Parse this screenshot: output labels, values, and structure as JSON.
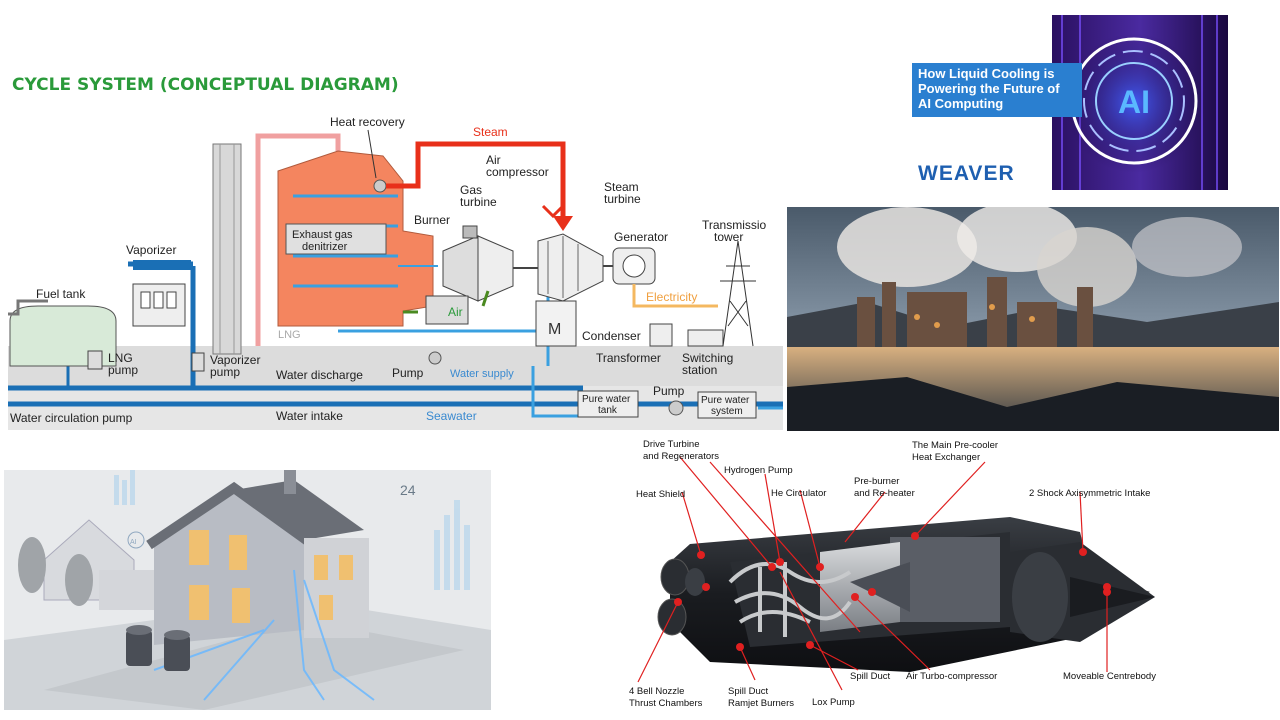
{
  "cycle": {
    "title": "CYCLE SYSTEM (CONCEPTUAL DIAGRAM)",
    "labels": {
      "heat_recovery": "Heat recovery",
      "steam": "Steam",
      "air_compressor_1": "Air",
      "air_compressor_2": "compressor",
      "gas_turbine_1": "Gas",
      "gas_turbine_2": "turbine",
      "steam_turbine_1": "Steam",
      "steam_turbine_2": "turbine",
      "burner": "Burner",
      "generator": "Generator",
      "transmission_1": "Transmissio",
      "transmission_2": "tower",
      "vaporizer": "Vaporizer",
      "fuel_tank": "Fuel tank",
      "exhaust_1": "Exhaust gas",
      "exhaust_2": "denitrizer",
      "lng": "LNG",
      "air": "Air",
      "electricity": "Electricity",
      "condenser": "Condenser",
      "transformer": "Transformer",
      "switching_1": "Switching",
      "switching_2": "station",
      "lng_pump_1": "LNG",
      "lng_pump_2": "pump",
      "vaporizer_pump_1": "Vaporizer",
      "vaporizer_pump_2": "pump",
      "water_discharge": "Water discharge",
      "pump": "Pump",
      "water_supply": "Water supply",
      "pump2": "Pump",
      "pure_water_tank_1": "Pure water",
      "pure_water_tank_2": "tank",
      "pure_water_system_1": "Pure water",
      "pure_water_system_2": "system",
      "water_circulation_pump": "Water circulation pump",
      "water_intake": "Water intake",
      "seawater": "Seawater"
    }
  },
  "weaver": {
    "headline_1": "How Liquid Cooling is",
    "headline_2": "Powering the Future of",
    "headline_3": "AI Computing",
    "logo": "WEAVER",
    "badge": "AI"
  },
  "house": {
    "hud_number": "24",
    "hud_text": "AI"
  },
  "engine": {
    "labels": {
      "drive_turbine_1": "Drive Turbine",
      "drive_turbine_2": "and Regenerators",
      "hydrogen_pump": "Hydrogen Pump",
      "he_circulator": "He Circulator",
      "heat_shield": "Heat Shield",
      "preburner_1": "Pre-burner",
      "preburner_2": "and Re-heater",
      "precooler_1": "The Main Pre-cooler",
      "precooler_2": "Heat Exchanger",
      "intake": "2 Shock Axisymmetric Intake",
      "bell_1": "4 Bell Nozzle",
      "bell_2": "Thrust Chambers",
      "spill_ramjet_1": "Spill Duct",
      "spill_ramjet_2": "Ramjet Burners",
      "lox_pump": "Lox Pump",
      "spill_duct": "Spill Duct",
      "air_turbo": "Air Turbo-compressor",
      "centrebody": "Moveable Centrebody"
    }
  }
}
